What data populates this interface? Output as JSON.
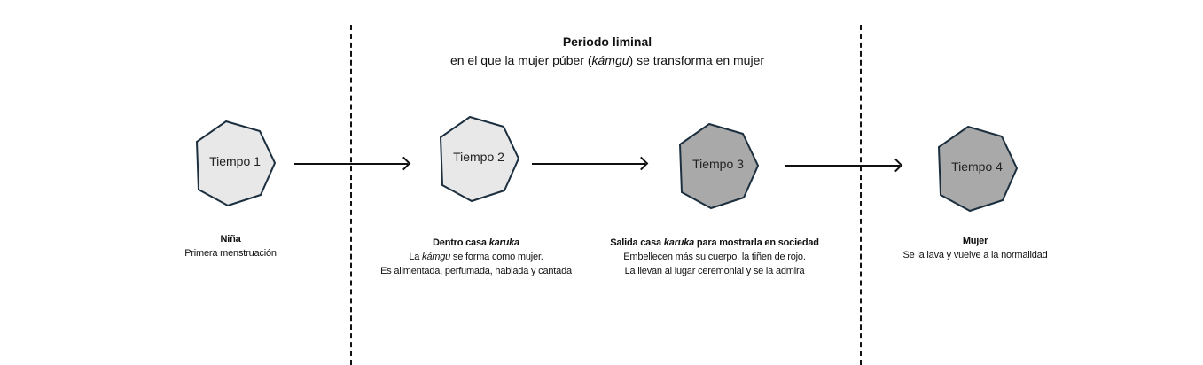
{
  "header": {
    "title": "Periodo liminal",
    "subtitle_pre": "en el que la mujer púber (",
    "subtitle_italic": "kámgu",
    "subtitle_post": ") se transforma en mujer"
  },
  "nodes": [
    {
      "label": "Tiempo 1",
      "fill": "#e8e8e8"
    },
    {
      "label": "Tiempo 2",
      "fill": "#e8e8e8"
    },
    {
      "label": "Tiempo 3",
      "fill": "#a9a9a9"
    },
    {
      "label": "Tiempo 4",
      "fill": "#a9a9a9"
    }
  ],
  "descriptions": {
    "t1": {
      "title": "Niña",
      "line1": "Primera menstruación"
    },
    "t2": {
      "title_pre": "Dentro casa ",
      "title_italic": "karuka",
      "line1_pre": "La ",
      "line1_italic": "kámgu",
      "line1_post": " se forma como mujer.",
      "line2": "Es alimentada, perfumada, hablada y cantada"
    },
    "t3": {
      "title_pre": "Salida casa ",
      "title_italic": "karuka",
      "title_post": " para mostrarla en sociedad",
      "line1": "Embellecen más su cuerpo, la tiñen de rojo.",
      "line2": "La llevan al lugar ceremonial y se la admira"
    },
    "t4": {
      "title": "Mujer",
      "line1": "Se la lava y vuelve a la normalidad"
    }
  },
  "colors": {
    "stroke": "#1b2f3f",
    "light": "#e8e8e8",
    "dark": "#a9a9a9"
  }
}
